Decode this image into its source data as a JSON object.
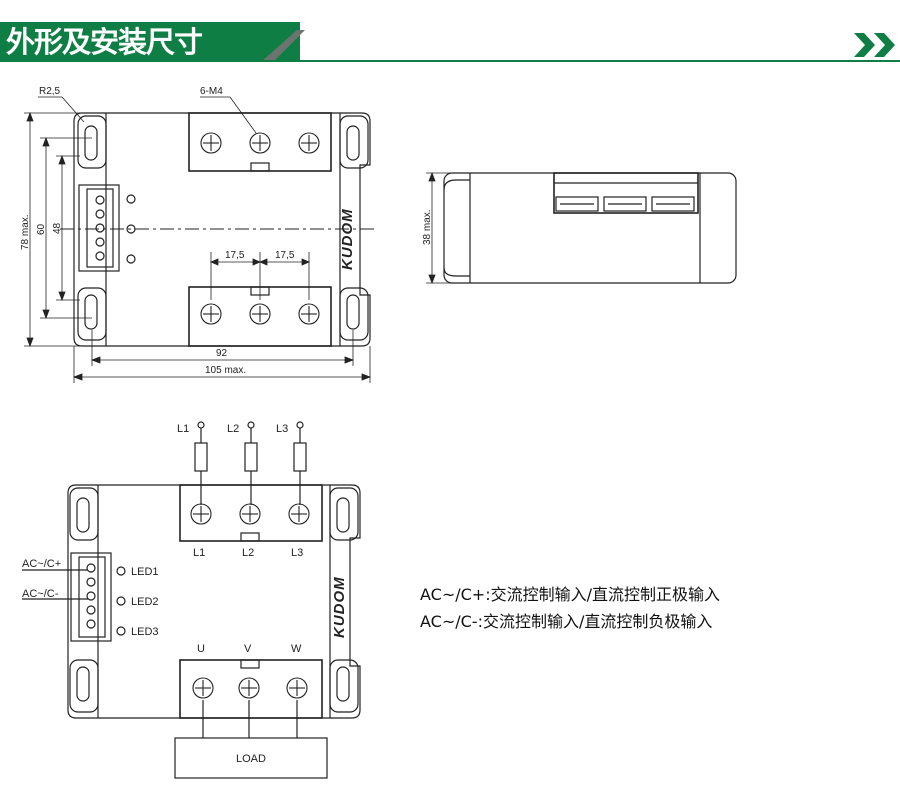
{
  "header": {
    "title": "外形及安装尺寸",
    "accent_color": "#0f7e45",
    "icon": "double-chevron-right-icon"
  },
  "dimensions": {
    "corner_radius": "R2,5",
    "screw_spec": "6-M4",
    "height_78": "78 max.",
    "height_60": "60",
    "height_48": "48",
    "pitch_left": "17,5",
    "pitch_right": "17,5",
    "width_92": "92",
    "width_105": "105 max.",
    "side_height": "38 max."
  },
  "brand_logo": "KUDOM",
  "wiring": {
    "inputs": [
      "L1",
      "L2",
      "L3"
    ],
    "terminals_top": [
      "L1",
      "L2",
      "L3"
    ],
    "control_pos": "AC~/C+",
    "control_neg": "AC~/C-",
    "leds": [
      "LED1",
      "LED2",
      "LED3"
    ],
    "outputs": [
      "U",
      "V",
      "W"
    ],
    "load": "LOAD"
  },
  "legend": {
    "line1": "AC~/C+:交流控制输入/直流控制正极输入",
    "line2": "AC~/C-:交流控制输入/直流控制负极输入"
  }
}
